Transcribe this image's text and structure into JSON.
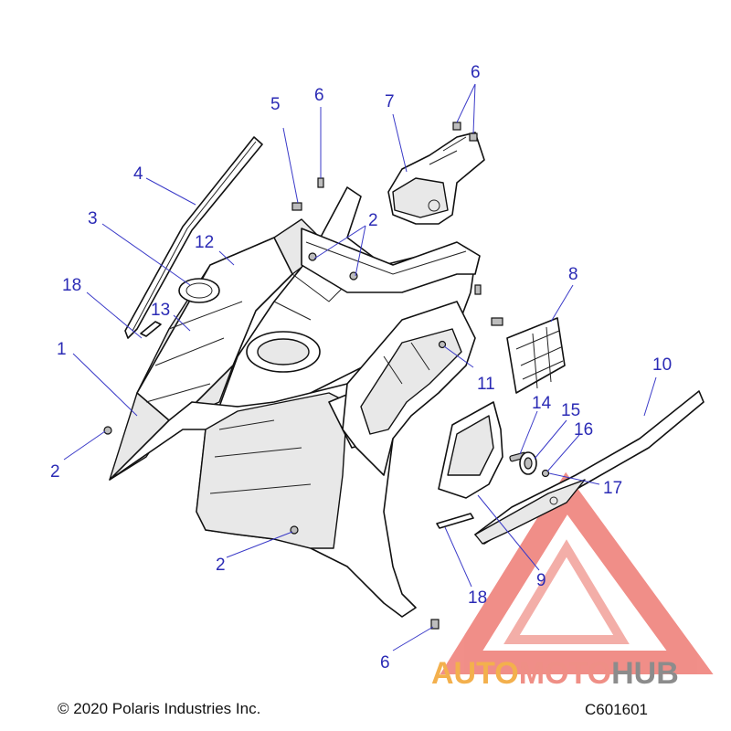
{
  "callouts": [
    {
      "label": "1"
    },
    {
      "label": "2"
    },
    {
      "label": "2"
    },
    {
      "label": "2"
    },
    {
      "label": "3"
    },
    {
      "label": "4"
    },
    {
      "label": "5"
    },
    {
      "label": "6"
    },
    {
      "label": "6"
    },
    {
      "label": "6"
    },
    {
      "label": "7"
    },
    {
      "label": "8"
    },
    {
      "label": "9"
    },
    {
      "label": "10"
    },
    {
      "label": "11"
    },
    {
      "label": "12"
    },
    {
      "label": "13"
    },
    {
      "label": "14"
    },
    {
      "label": "15"
    },
    {
      "label": "16"
    },
    {
      "label": "17"
    },
    {
      "label": "18"
    },
    {
      "label": "18"
    }
  ],
  "footer": {
    "copyright": "© 2020 Polaris Industries Inc.",
    "diagram_code": "C601601"
  },
  "watermark": {
    "part1": "AUTO",
    "part2": "MOTO",
    "part3": "HUB"
  },
  "colors": {
    "callout": "#2b2bb5",
    "watermark_triangle": "#ee7b74",
    "watermark_auto": "#f3b04d",
    "watermark_hub": "#8c8c8c"
  }
}
